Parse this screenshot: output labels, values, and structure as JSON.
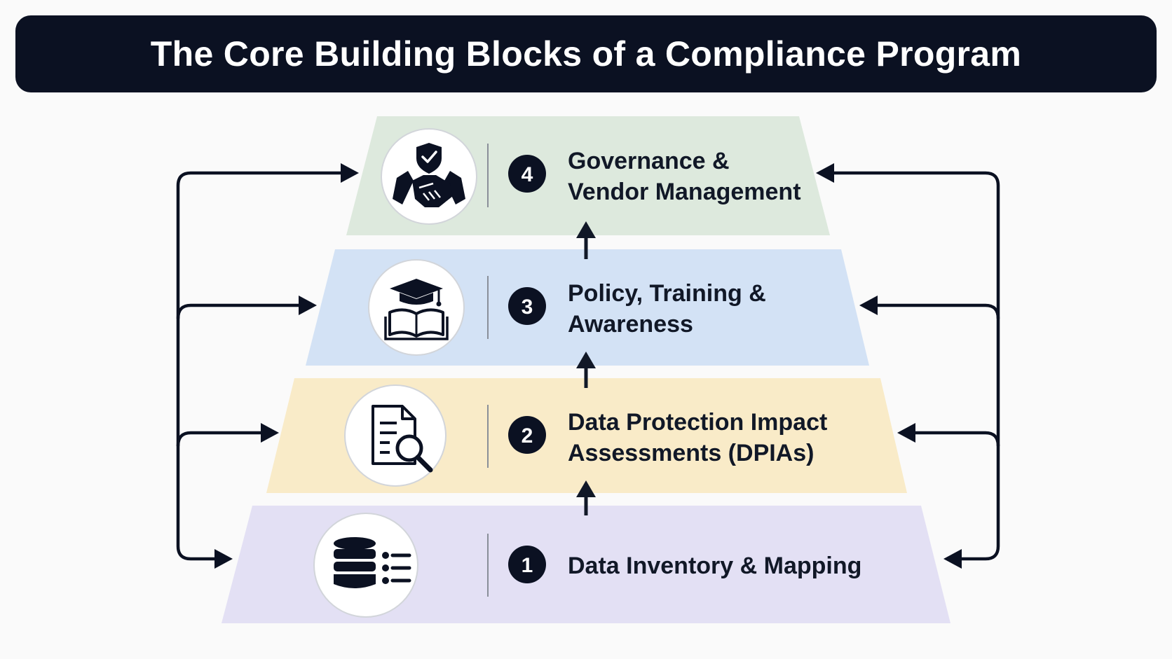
{
  "title": "The Core Building Blocks of a Compliance Program",
  "tiers": [
    {
      "number": "4",
      "line1": "Governance &",
      "line2": "Vendor Management",
      "icon": "handshake-shield-icon",
      "color": "#dde9dd"
    },
    {
      "number": "3",
      "line1": "Policy, Training &",
      "line2": "Awareness",
      "icon": "graduation-book-icon",
      "color": "#d3e2f5"
    },
    {
      "number": "2",
      "line1": "Data Protection Impact",
      "line2": "Assessments (DPIAs)",
      "icon": "document-search-icon",
      "color": "#f9ebc8"
    },
    {
      "number": "1",
      "line1": "Data Inventory & Mapping",
      "line2": "",
      "icon": "database-list-icon",
      "color": "#e3e0f4"
    }
  ],
  "colors": {
    "dark": "#0b1122",
    "line": "#111827"
  }
}
